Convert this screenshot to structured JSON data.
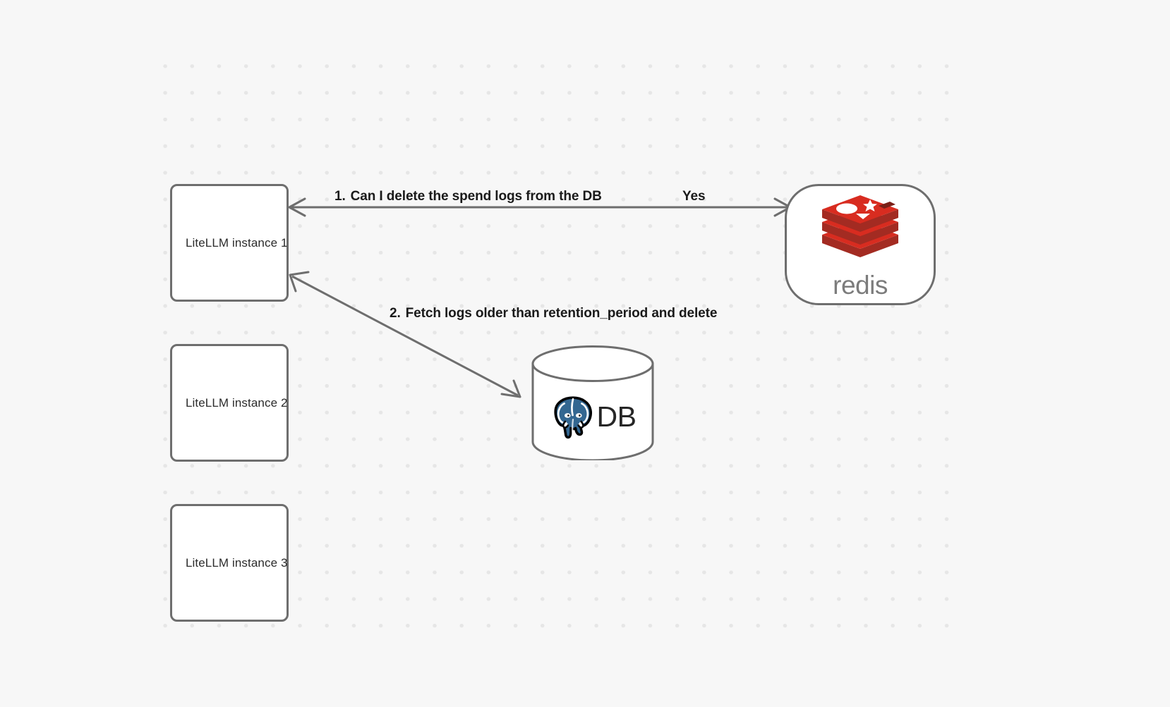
{
  "canvas": {
    "background_color": "#f7f7f7",
    "grid_dot_color": "#e6e6e6",
    "node_border_color": "#6e6e6e",
    "arrow_color": "#6e6e6e",
    "redis_red": "#d82c20",
    "redis_wordmark_color": "#7c7c7c",
    "postgres_blue": "#336791"
  },
  "nodes": {
    "litellm_1": {
      "label": "LiteLLM instance 1"
    },
    "litellm_2": {
      "label": "LiteLLM instance 2"
    },
    "litellm_3": {
      "label": "LiteLLM instance 3"
    },
    "redis": {
      "wordmark": "redis",
      "logo_name": "redis-logo"
    },
    "database": {
      "label": "DB",
      "logo_name": "postgresql-elephant-icon"
    }
  },
  "edges": {
    "step1": {
      "number": "1.",
      "text": "Can I delete the spend logs from the DB",
      "response": "Yes"
    },
    "step2": {
      "number": "2.",
      "text": "Fetch logs older than retention_period and delete"
    }
  }
}
